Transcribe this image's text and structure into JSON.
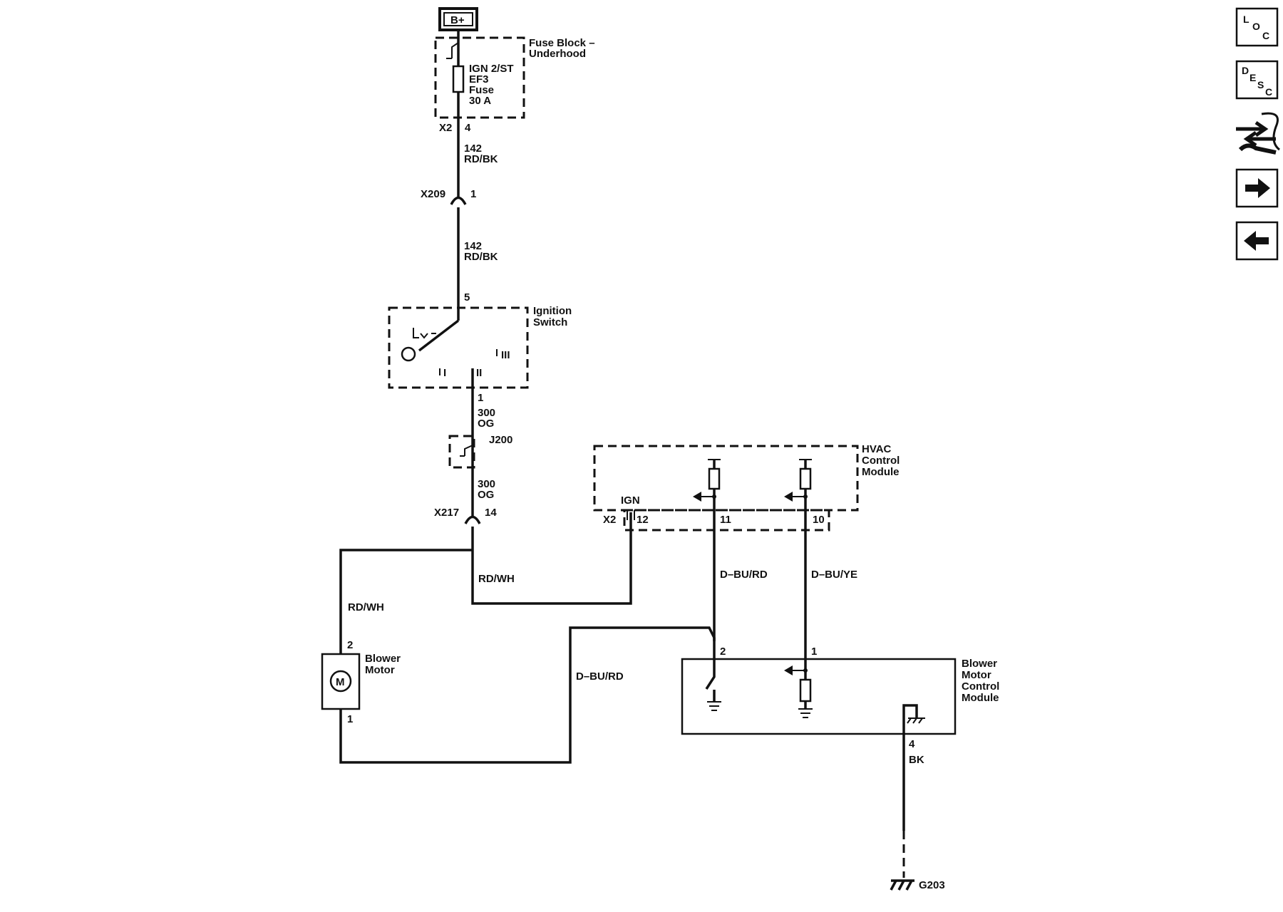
{
  "power": {
    "label": "B+"
  },
  "fuse_block": {
    "title": [
      "Fuse Block –",
      "Underhood"
    ],
    "fuse": [
      "IGN 2/ST",
      "EF3",
      "Fuse",
      "30 A"
    ],
    "connector": "X2",
    "pin": "4"
  },
  "wire_142": {
    "circuit": "142",
    "color": "RD/BK"
  },
  "x209": {
    "label": "X209",
    "pin": "1"
  },
  "ignition_switch": {
    "title": [
      "Ignition",
      "Switch"
    ],
    "pin_in": "5",
    "pos_1": "I",
    "pos_2": "II",
    "pos_3": "III",
    "pin_out": "1"
  },
  "wire_300": {
    "circuit": "300",
    "color": "OG"
  },
  "j200": {
    "label": "J200"
  },
  "x217": {
    "label": "X217",
    "pin": "14"
  },
  "wire_rdwh": {
    "color": "RD/WH"
  },
  "blower_motor": {
    "title": [
      "Blower",
      "Motor"
    ],
    "symbol": "M",
    "pin_top": "2",
    "pin_bottom": "1"
  },
  "hvac_module": {
    "title": [
      "HVAC",
      "Control",
      "Module"
    ],
    "ign_label": "IGN",
    "connector": "X2",
    "pin_ign": "12",
    "pin_a": "11",
    "pin_b": "10"
  },
  "wire_dbu_rd": {
    "color": "D–BU/RD"
  },
  "wire_dbu_ye": {
    "color": "D–BU/YE"
  },
  "bmcm": {
    "title": [
      "Blower",
      "Motor",
      "Control",
      "Module"
    ],
    "pin_2": "2",
    "pin_1": "1",
    "pin_4": "4"
  },
  "wire_bk": {
    "color": "BK"
  },
  "ground": {
    "label": "G203"
  },
  "nav": {
    "loc": {
      "l": "L",
      "o": "O",
      "c": "C"
    },
    "desc": {
      "d": "D",
      "e": "E",
      "s": "S",
      "c": "C"
    }
  },
  "colors": {
    "ink": "#111111",
    "background": "#ffffff"
  }
}
